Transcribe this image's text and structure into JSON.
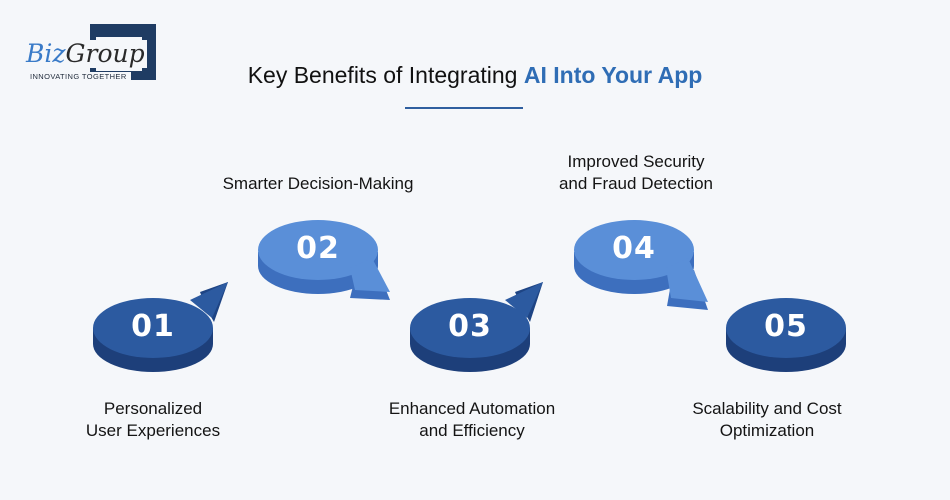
{
  "logo": {
    "brand_part1": "Biz",
    "brand_part2": "Group",
    "tagline": "INNOVATING TOGETHER"
  },
  "header": {
    "title_plain": "Key Benefits of Integrating ",
    "title_highlight": "AI Into Your App"
  },
  "colors": {
    "background": "#f5f7fa",
    "dark_blue": "#2c5aa0",
    "light_blue": "#5a8fd8",
    "title_highlight": "#2f6db5",
    "logo_navy": "#1f3c63"
  },
  "steps": [
    {
      "number": "01",
      "label_line1": "Personalized",
      "label_line2": "User Experiences"
    },
    {
      "number": "02",
      "label_line1": "Smarter Decision-Making",
      "label_line2": ""
    },
    {
      "number": "03",
      "label_line1": "Enhanced Automation",
      "label_line2": "and Efficiency"
    },
    {
      "number": "04",
      "label_line1": "Improved Security",
      "label_line2": "and Fraud Detection"
    },
    {
      "number": "05",
      "label_line1": "Scalability and Cost",
      "label_line2": "Optimization"
    }
  ]
}
